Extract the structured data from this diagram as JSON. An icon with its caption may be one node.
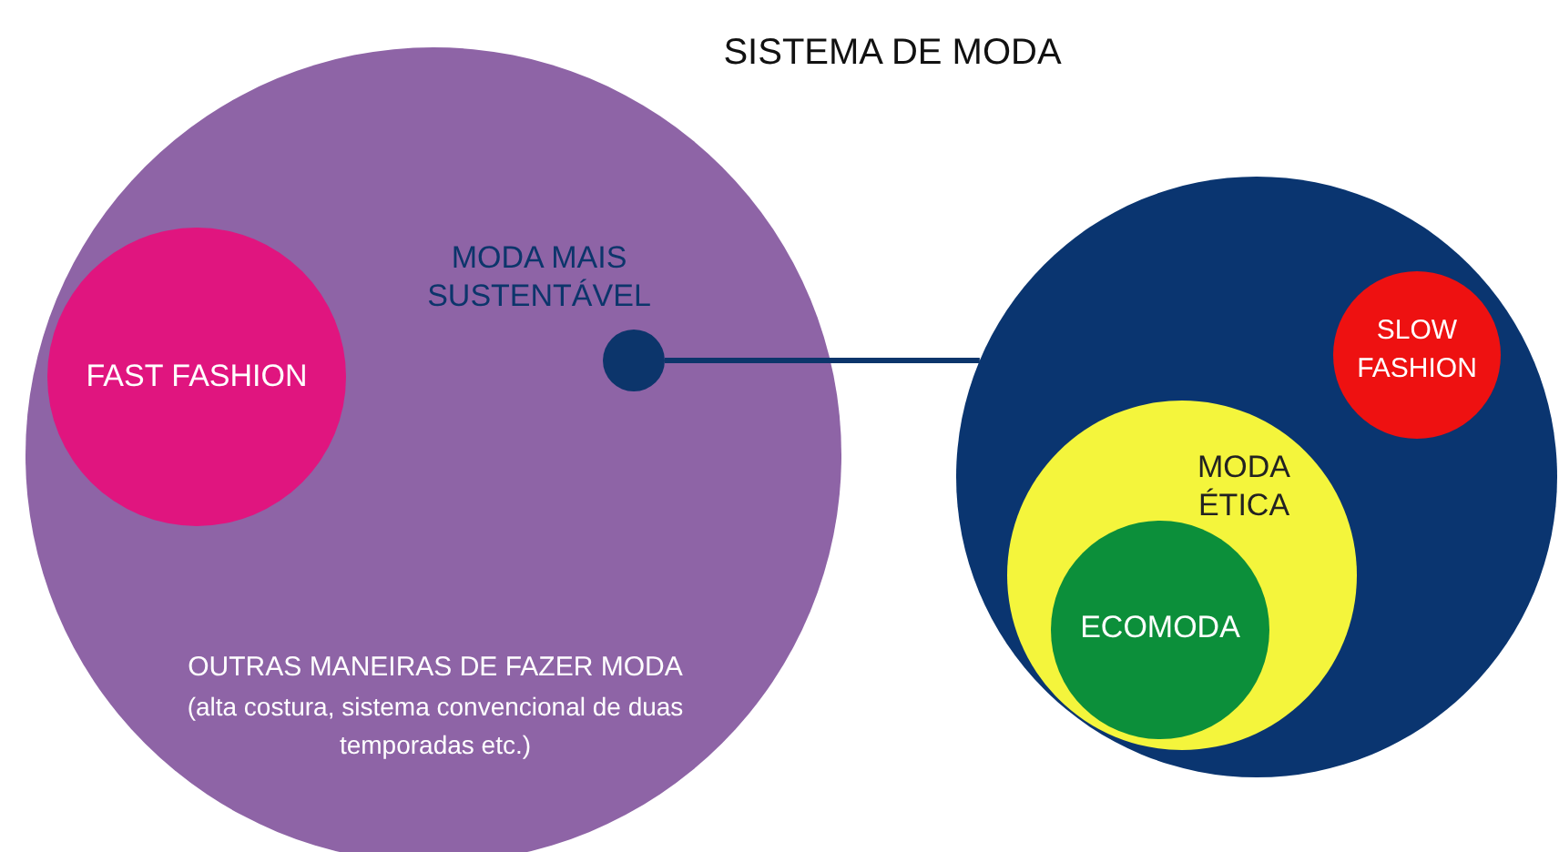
{
  "diagram": {
    "title": "SISTEMA DE MODA",
    "nodes": [
      {
        "text": [
          "OUTRAS MANEIRAS DE FAZER MODA",
          "(alta costura, sistema convencional de duas temporadas etc.)"
        ]
      },
      {
        "text": [
          "FAST FASHION"
        ],
        "in": 0
      },
      {
        "text": [
          "MODA MAIS SUSTENTÁVEL"
        ],
        "in": 0
      },
      {
        "text": [],
        "shape": "circle"
      },
      {
        "text": [
          "SLOW FASHION"
        ],
        "in": 3
      },
      {
        "text": [
          "MODA ÉTICA"
        ],
        "in": 3
      },
      {
        "text": [
          "ECOMODA"
        ],
        "in": 5
      }
    ],
    "edges": [
      {
        "from": 2,
        "to": 3,
        "arrow": "none"
      }
    ]
  }
}
